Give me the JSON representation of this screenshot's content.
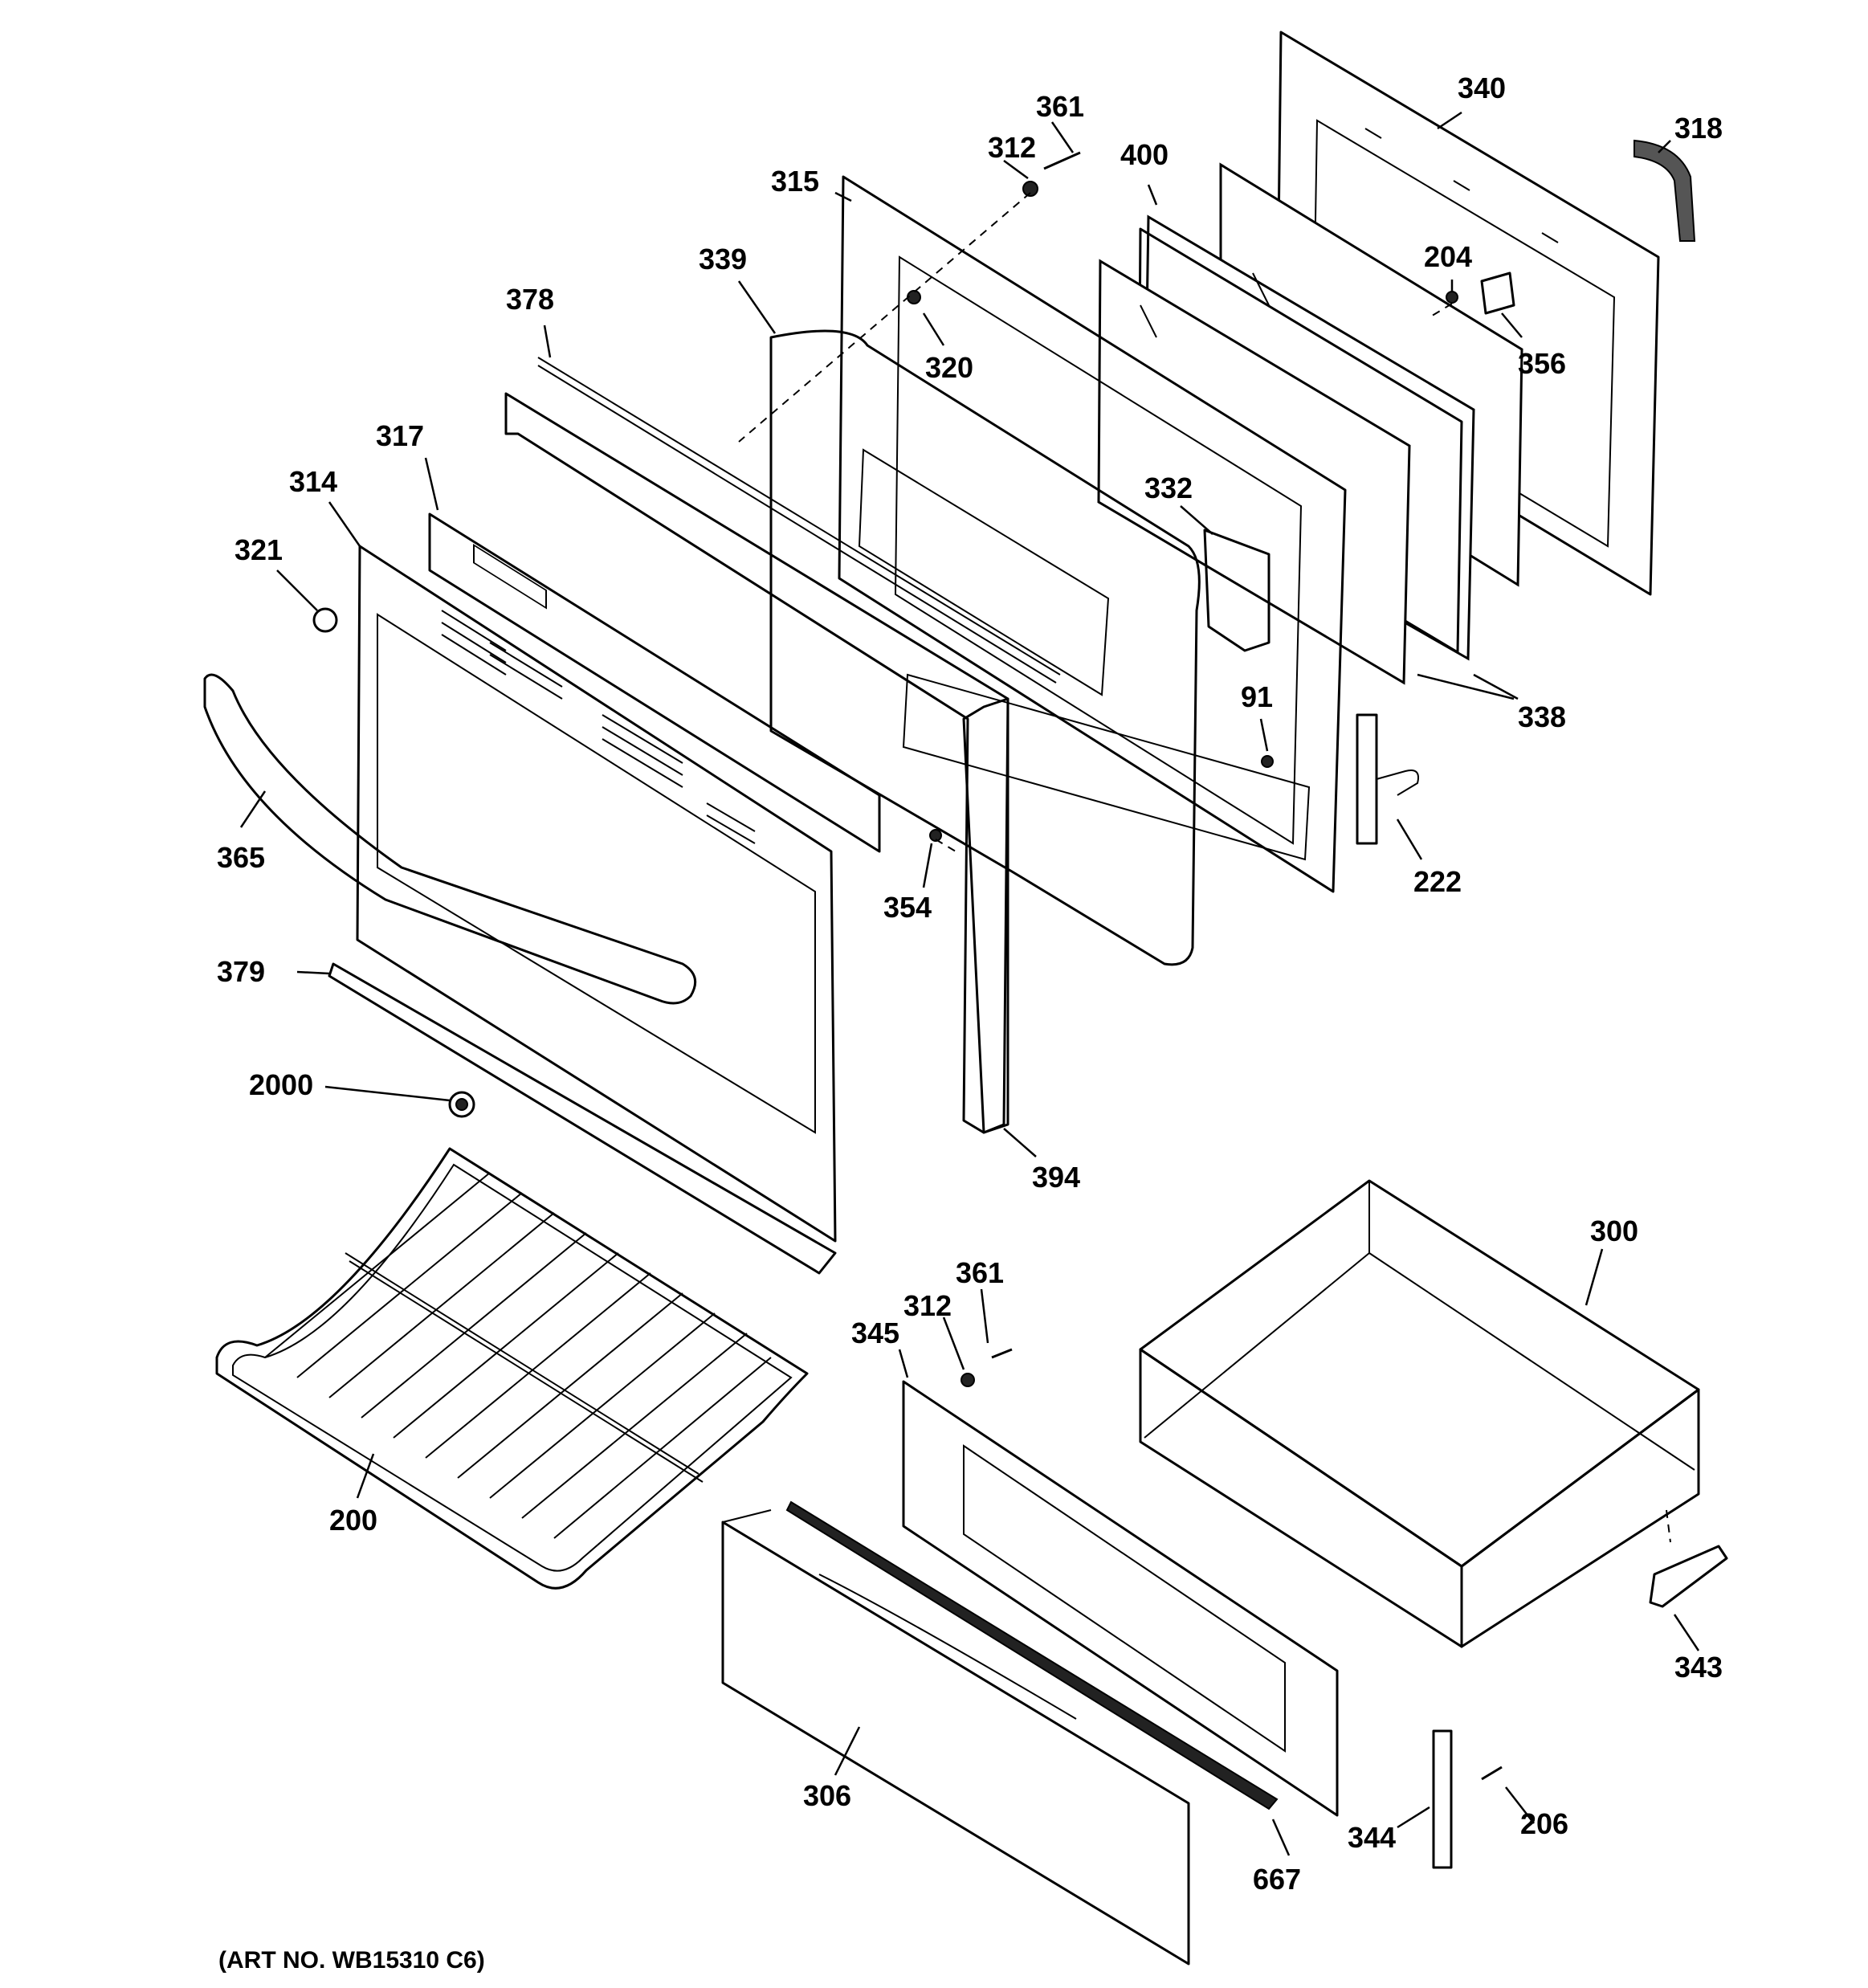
{
  "callouts": {
    "c361a": "361",
    "c312a": "312",
    "c315": "315",
    "c400": "400",
    "c340": "340",
    "c318": "318",
    "c339": "339",
    "c204": "204",
    "c356": "356",
    "c378": "378",
    "c320": "320",
    "c317": "317",
    "c314": "314",
    "c332": "332",
    "c321": "321",
    "c91": "91",
    "c338": "338",
    "c365": "365",
    "c354": "354",
    "c222": "222",
    "c379": "379",
    "c2000": "2000",
    "c394": "394",
    "c300": "300",
    "c361b": "361",
    "c312b": "312",
    "c345": "345",
    "c200": "200",
    "c343": "343",
    "c306": "306",
    "c344": "344",
    "c206": "206",
    "c667": "667"
  },
  "art_number": "(ART NO. WB15310 C6)"
}
